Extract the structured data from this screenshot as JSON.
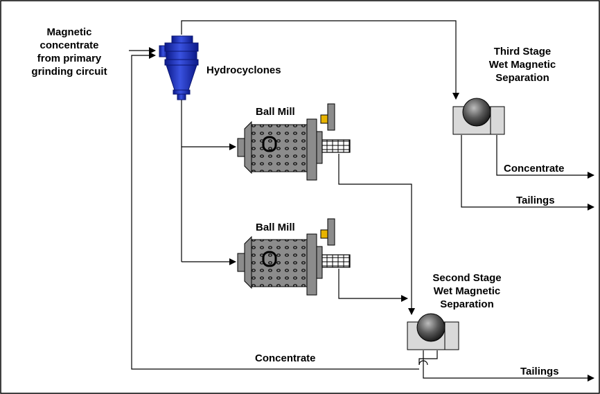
{
  "labels": {
    "feed_line1": "Magnetic",
    "feed_line2": "concentrate",
    "feed_line3": "from primary",
    "feed_line4": "grinding circuit",
    "hydrocyclones": "Hydrocyclones",
    "ball_mill_1": "Ball Mill",
    "ball_mill_2": "Ball Mill",
    "third_stage_line1": "Third Stage",
    "third_stage_line2": "Wet Magnetic",
    "third_stage_line3": "Separation",
    "second_stage_line1": "Second Stage",
    "second_stage_line2": "Wet Magnetic",
    "second_stage_line3": "Separation",
    "concentrate_right": "Concentrate",
    "tailings_right_upper": "Tailings",
    "concentrate_bottom": "Concentrate",
    "tailings_bottom": "Tailings"
  },
  "colors": {
    "cyclone_blue": "#1f2fb8",
    "mill_shell": "#8c8c8c",
    "separator_box": "#d9d9d9",
    "drum_dark": "#3a3a3a",
    "valve_yellow": "#e8b400"
  }
}
